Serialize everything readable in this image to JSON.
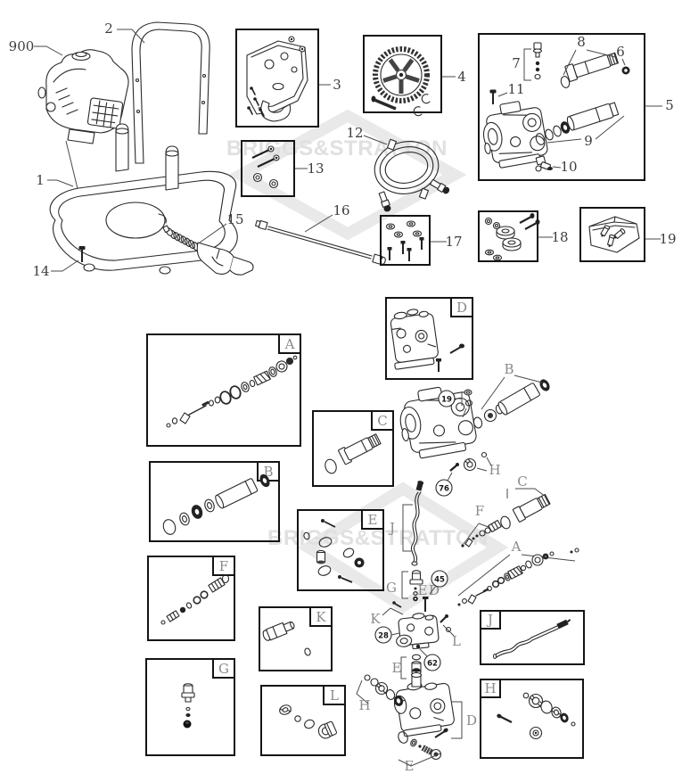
{
  "watermark": {
    "text": "BRIGGS&STRATTON"
  },
  "parts": {
    "n900": "900",
    "n1": "1",
    "n2": "2",
    "n3": "3",
    "n4": "4",
    "n5": "5",
    "n6": "6",
    "n7": "7",
    "n8": "8",
    "n9": "9",
    "n10": "10",
    "n11": "11",
    "n12": "12",
    "n13": "13",
    "n14": "14",
    "n15": "15",
    "n16": "16",
    "n17": "17",
    "n18": "18",
    "n19": "19"
  },
  "sections": {
    "a": "A",
    "b": "B",
    "c": "C",
    "d": "D",
    "e": "E",
    "f": "F",
    "g": "G",
    "h": "H",
    "j": "J",
    "k": "K",
    "l": "L"
  },
  "callouts": {
    "c19": "19",
    "c28": "28",
    "c45": "45",
    "c62": "62",
    "c76": "76"
  }
}
